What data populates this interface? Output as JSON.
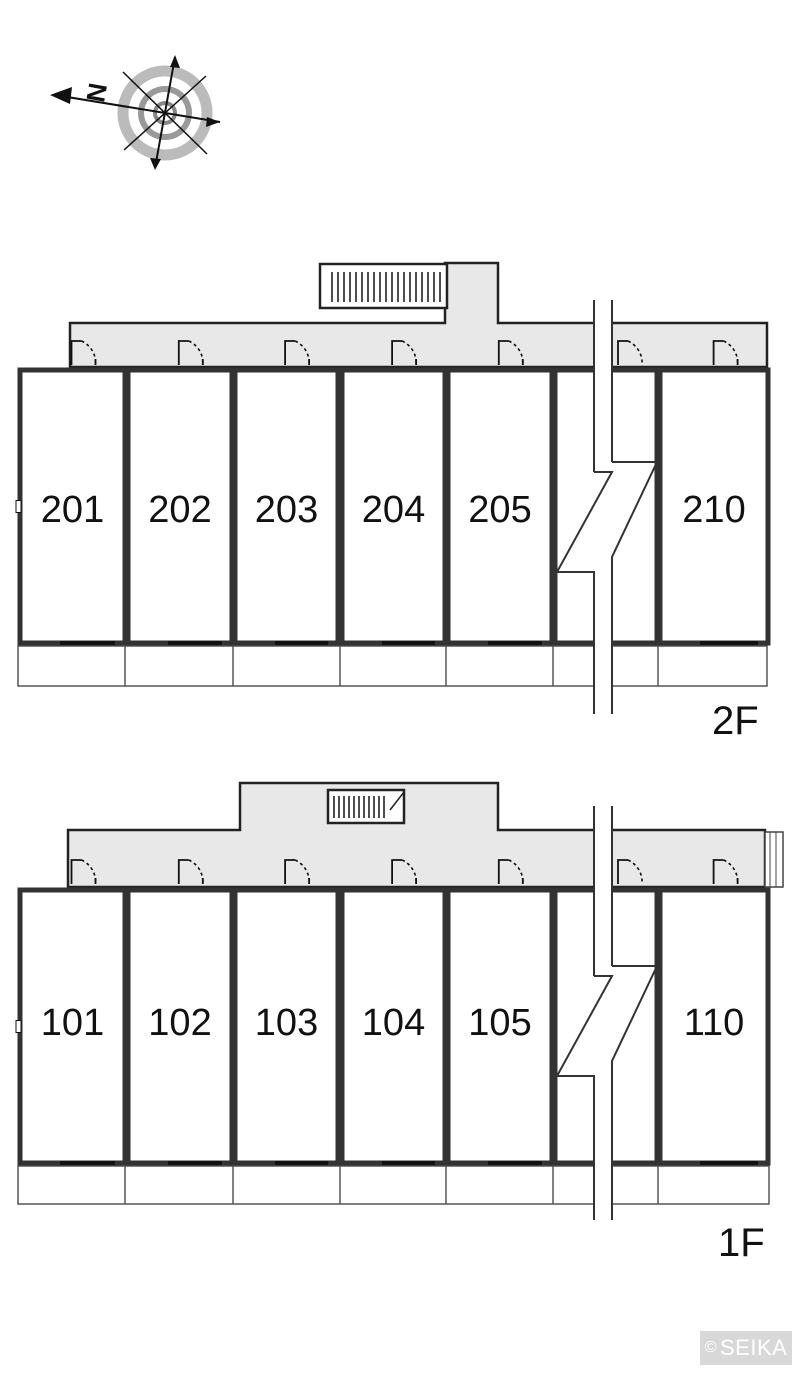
{
  "compass": {
    "label": "N",
    "icon": "compass-icon"
  },
  "floors": [
    {
      "id": "2F",
      "label": "2F",
      "rooms": [
        "201",
        "202",
        "203",
        "204",
        "205",
        "210"
      ]
    },
    {
      "id": "1F",
      "label": "1F",
      "rooms": [
        "101",
        "102",
        "103",
        "104",
        "105",
        "110"
      ]
    }
  ],
  "copyright": {
    "symbol": "©",
    "text": "SEIKA"
  },
  "colors": {
    "corridor": "#e8e8e8",
    "wall": "#333333",
    "copyright_bg": "#d8d8d8"
  }
}
